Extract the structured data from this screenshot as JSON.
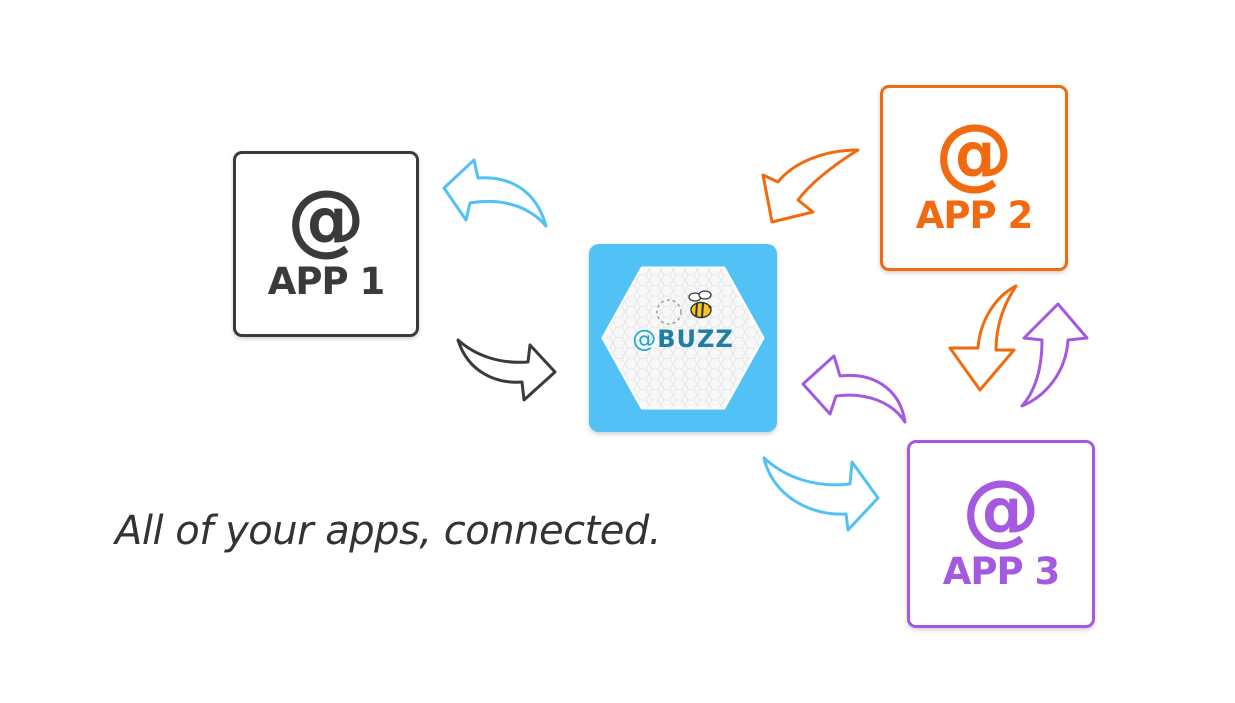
{
  "apps": [
    {
      "symbol": "@",
      "label": "APP 1",
      "color": "#3a3a3a"
    },
    {
      "symbol": "@",
      "label": "APP 2",
      "color": "#f26a10"
    },
    {
      "symbol": "@",
      "label": "APP 3",
      "color": "#a559e0"
    }
  ],
  "hub": {
    "symbol": "@",
    "name": "BUZZ",
    "background": "#52c1f5",
    "icon": "bee-icon"
  },
  "arrows": [
    {
      "from": "hub",
      "to": "app1",
      "color": "#52c1f5"
    },
    {
      "from": "app1",
      "to": "hub",
      "color": "#3a3a3a"
    },
    {
      "from": "app2",
      "to": "hub",
      "color": "#f26a10"
    },
    {
      "from": "app2",
      "to": "app3",
      "color": "#f26a10"
    },
    {
      "from": "app3",
      "to": "app2",
      "color": "#a559e0"
    },
    {
      "from": "app3",
      "to": "hub",
      "color": "#a559e0"
    },
    {
      "from": "hub",
      "to": "app3",
      "color": "#52c1f5"
    }
  ],
  "tagline": "All of your apps, connected."
}
